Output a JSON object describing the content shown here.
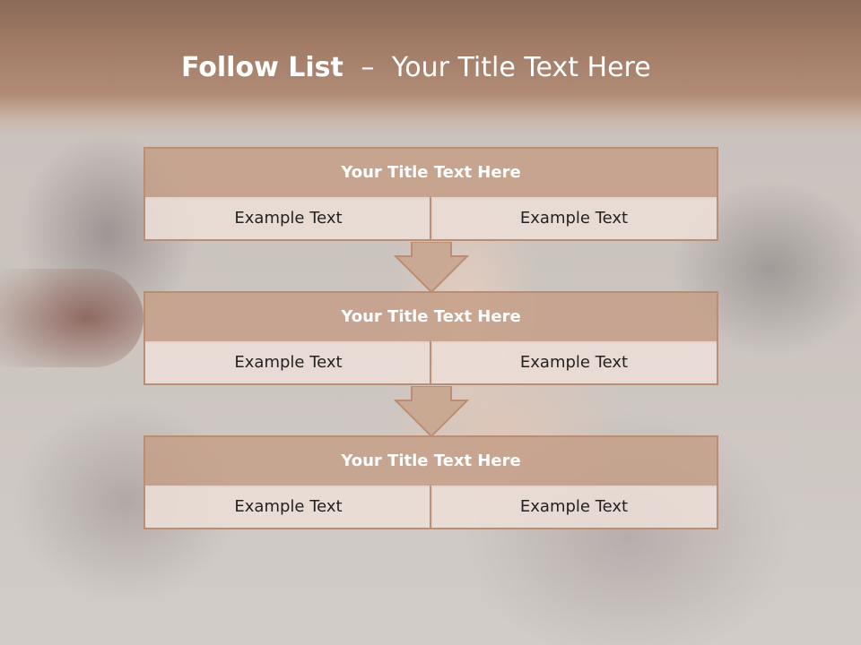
{
  "slide": {
    "title_bold": "Follow List",
    "title_separator": "–",
    "title_rest": "Your Title Text Here"
  },
  "blocks": [
    {
      "title": "Your Title Text Here",
      "left_text": "Example Text",
      "right_text": "Example Text"
    },
    {
      "title": "Your Title Text Here",
      "left_text": "Example Text",
      "right_text": "Example Text"
    },
    {
      "title": "Your Title Text Here",
      "left_text": "Example Text",
      "right_text": "Example Text"
    }
  ],
  "colors": {
    "header": "#a27c66",
    "title_bar": "#c49e86",
    "cell": "#ecded7",
    "border": "#b98e74",
    "arrow_fill": "#c8a38c"
  }
}
